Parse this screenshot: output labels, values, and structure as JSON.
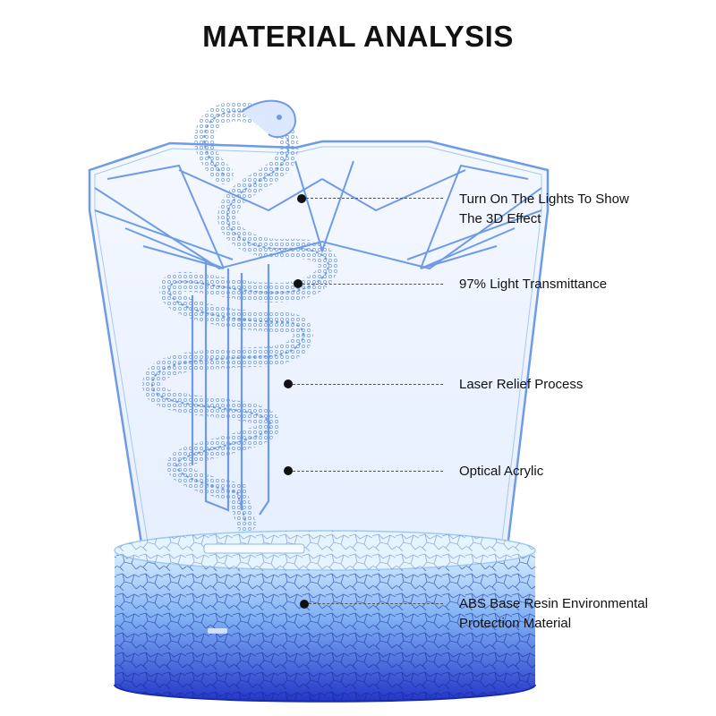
{
  "title": "MATERIAL ANALYSIS",
  "colors": {
    "acrylic_edge": "#6f9be6",
    "acrylic_fill": "#eaf2ff",
    "base_light": "#bfe6ff",
    "base_dark": "#2a3fd6",
    "text": "#111111"
  },
  "callouts": [
    {
      "lines": [
        "Turn On The Lights To Show",
        "The 3D Effect"
      ]
    },
    {
      "lines": [
        "97% Light Transmittance"
      ]
    },
    {
      "lines": [
        "Laser Relief Process"
      ]
    },
    {
      "lines": [
        "Optical Acrylic"
      ]
    },
    {
      "lines": [
        "ABS Base Resin Environmental",
        "Protection Material"
      ]
    }
  ]
}
